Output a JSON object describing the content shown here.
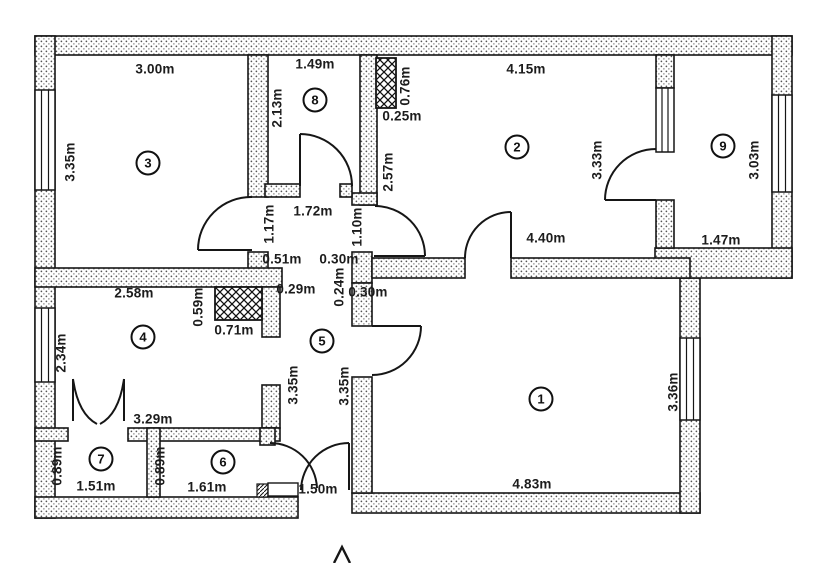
{
  "plan": {
    "unit": "m",
    "ink_color": "#161616",
    "paper_color": "#ffffff",
    "icons": {
      "north_arrow": "chevron-up-arrow"
    },
    "rooms": {
      "r1": "1",
      "r2": "2",
      "r3": "3",
      "r4": "4",
      "r5": "5",
      "r6": "6",
      "r7": "7",
      "r8": "8",
      "r9": "9"
    },
    "dimensions": {
      "room3_top": "3.00m",
      "room3_left": "3.35m",
      "room8_top": "1.49m",
      "room8_left": "2.13m",
      "col1_height": "0.76m",
      "col1_width": "0.25m",
      "room2_top": "4.15m",
      "room2_left": "2.57m",
      "room2_right": "3.33m",
      "room2_bottom": "4.40m",
      "room9_right": "3.03m",
      "room9_bottom": "1.47m",
      "hall_top": "1.72m",
      "hall_left": "1.17m",
      "hall_right": "1.10m",
      "off_051": "0.51m",
      "off_030a": "0.30m",
      "off_029": "0.29m",
      "off_024": "0.24m",
      "off_030b": "0.30m",
      "col2_height": "0.59m",
      "col2_width": "0.71m",
      "room4_top": "2.58m",
      "room4_left": "2.34m",
      "room4_bottom": "3.29m",
      "hall5_left": "3.35m",
      "hall5_right": "3.35m",
      "room1_right": "3.36m",
      "room1_bottom": "4.83m",
      "room7_left": "0.89m",
      "room7_bottom": "1.51m",
      "room6_left": "0.89m",
      "room6_bottom": "1.61m",
      "entry_bottom": "1.50m"
    }
  }
}
